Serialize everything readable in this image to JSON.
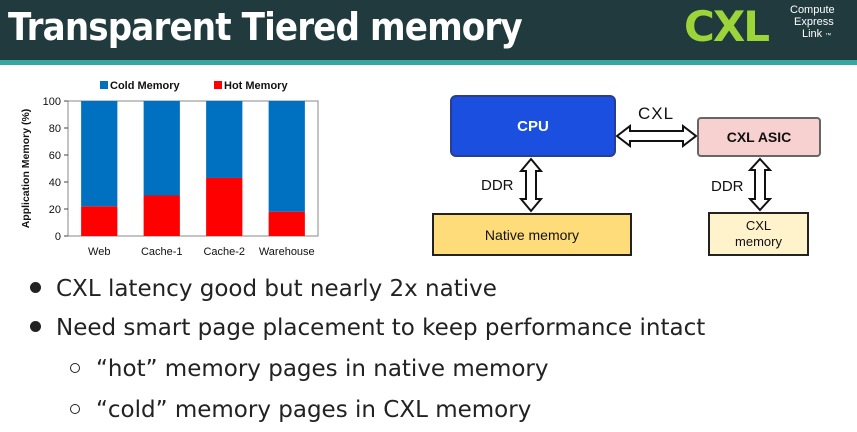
{
  "header": {
    "title": "Transparent Tiered memory",
    "logo": {
      "letters": "CXL",
      "line1": "Compute",
      "line2": "Express",
      "line3": "Link",
      "mark": "™"
    }
  },
  "chart_data": {
    "type": "bar",
    "stacked": true,
    "categories": [
      "Web",
      "Cache-1",
      "Cache-2",
      "Warehouse"
    ],
    "series": [
      {
        "name": "Hot Memory",
        "values": [
          22,
          30,
          43,
          18
        ],
        "color": "#ff0000"
      },
      {
        "name": "Cold Memory",
        "values": [
          78,
          70,
          57,
          82
        ],
        "color": "#0070c0"
      }
    ],
    "ylabel": "Application Memory (%)",
    "ylim": [
      0,
      100
    ],
    "yticks": [
      0,
      20,
      40,
      60,
      80,
      100
    ],
    "legend_position": "top",
    "grid": false
  },
  "diagram": {
    "cpu": "CPU",
    "asic": "CXL ASIC",
    "native_memory": "Native memory",
    "cxl_memory_line1": "CXL",
    "cxl_memory_line2": "memory",
    "cxl_label": "CXL",
    "ddr_label_1": "DDR",
    "ddr_label_2": "DDR"
  },
  "bullets": [
    "CXL latency good but nearly 2x native",
    "Need smart page placement to keep performance intact",
    "“hot” memory pages in native memory",
    "“cold” memory pages in CXL memory"
  ],
  "colors": {
    "header_bg": "#203a3e",
    "accent_stripe": "#3aa6a2",
    "logo_green": "#9bd53a"
  }
}
